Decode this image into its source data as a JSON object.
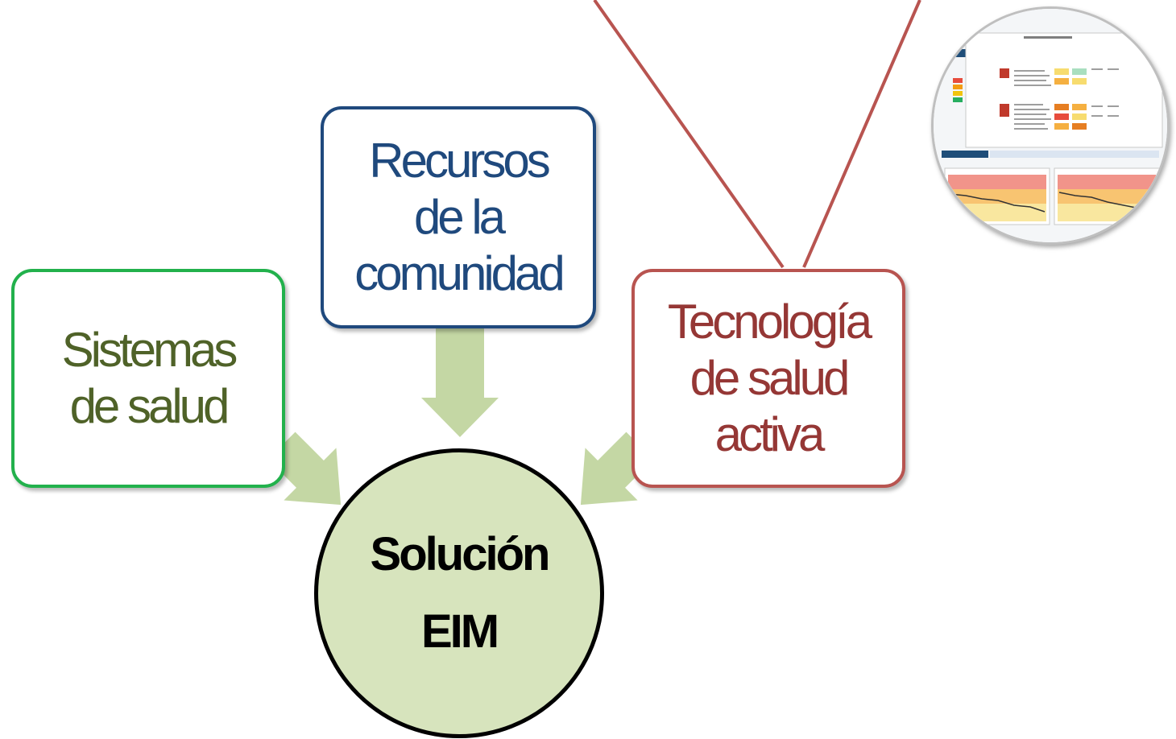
{
  "diagram": {
    "boxes": {
      "sistemas": {
        "lines": [
          "Sistemas",
          "de salud"
        ]
      },
      "recursos": {
        "lines": [
          "Recursos",
          "de la",
          "comunidad"
        ]
      },
      "tecnologia": {
        "lines": [
          "Tecnología",
          "de salud",
          "activa"
        ]
      }
    },
    "center": {
      "lines": [
        "Solución",
        "EIM"
      ]
    },
    "image": {
      "name": "dashboard-screenshot"
    }
  },
  "colors": {
    "sistemas_border": "#22b14c",
    "sistemas_text": "#4f6228",
    "recursos_border": "#1f497d",
    "recursos_text": "#1f497d",
    "tecnologia_border": "#b85450",
    "tecnologia_text": "#953735",
    "center_fill": "#d7e4bd",
    "arrow_fill": "#c4d7a4",
    "callout_line": "#b85450"
  }
}
